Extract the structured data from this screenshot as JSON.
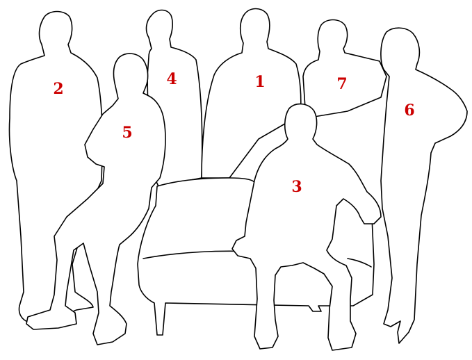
{
  "labels": [
    {
      "id": "1",
      "text": "1"
    },
    {
      "id": "2",
      "text": "2"
    },
    {
      "id": "3",
      "text": "3"
    },
    {
      "id": "4",
      "text": "4"
    },
    {
      "id": "5",
      "text": "5"
    },
    {
      "id": "6",
      "text": "6"
    },
    {
      "id": "7",
      "text": "7"
    }
  ],
  "colors": {
    "label": "#cc0000",
    "outline": "#000000",
    "background": "#ffffff"
  }
}
